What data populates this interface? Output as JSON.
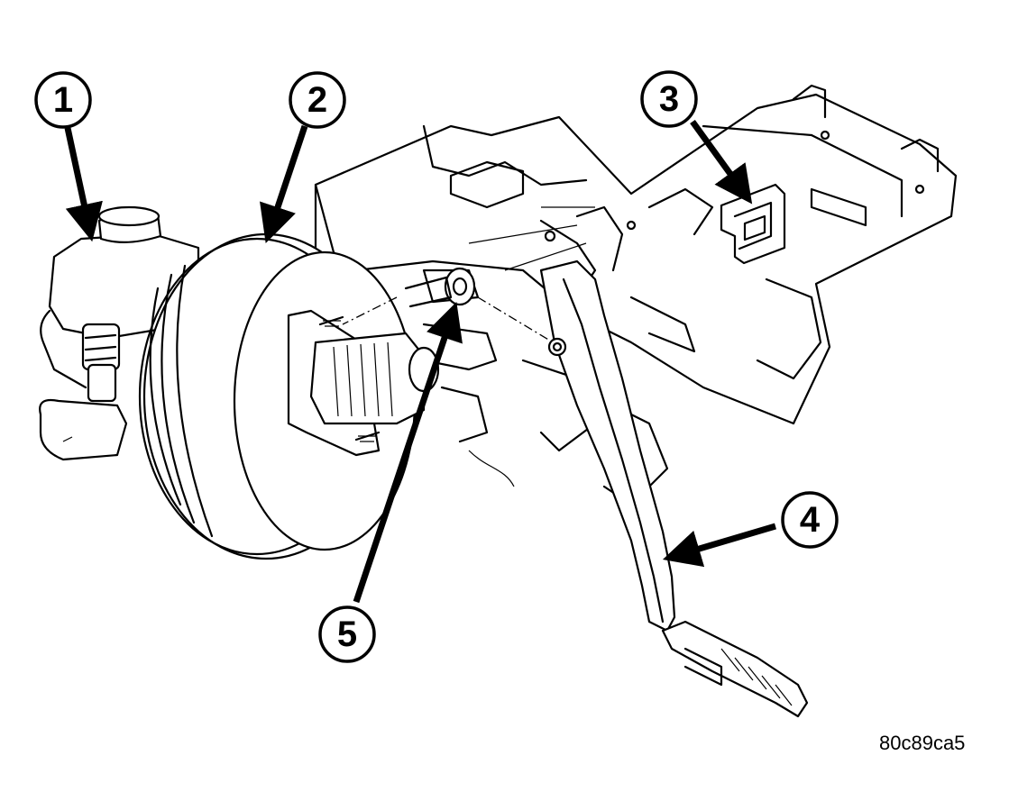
{
  "figure": {
    "reference_code": "80c89ca5",
    "callouts": [
      {
        "id": "1",
        "label": "1"
      },
      {
        "id": "2",
        "label": "2"
      },
      {
        "id": "3",
        "label": "3"
      },
      {
        "id": "4",
        "label": "4"
      },
      {
        "id": "5",
        "label": "5"
      }
    ]
  },
  "colors": {
    "ink": "#000000",
    "background": "#ffffff"
  }
}
